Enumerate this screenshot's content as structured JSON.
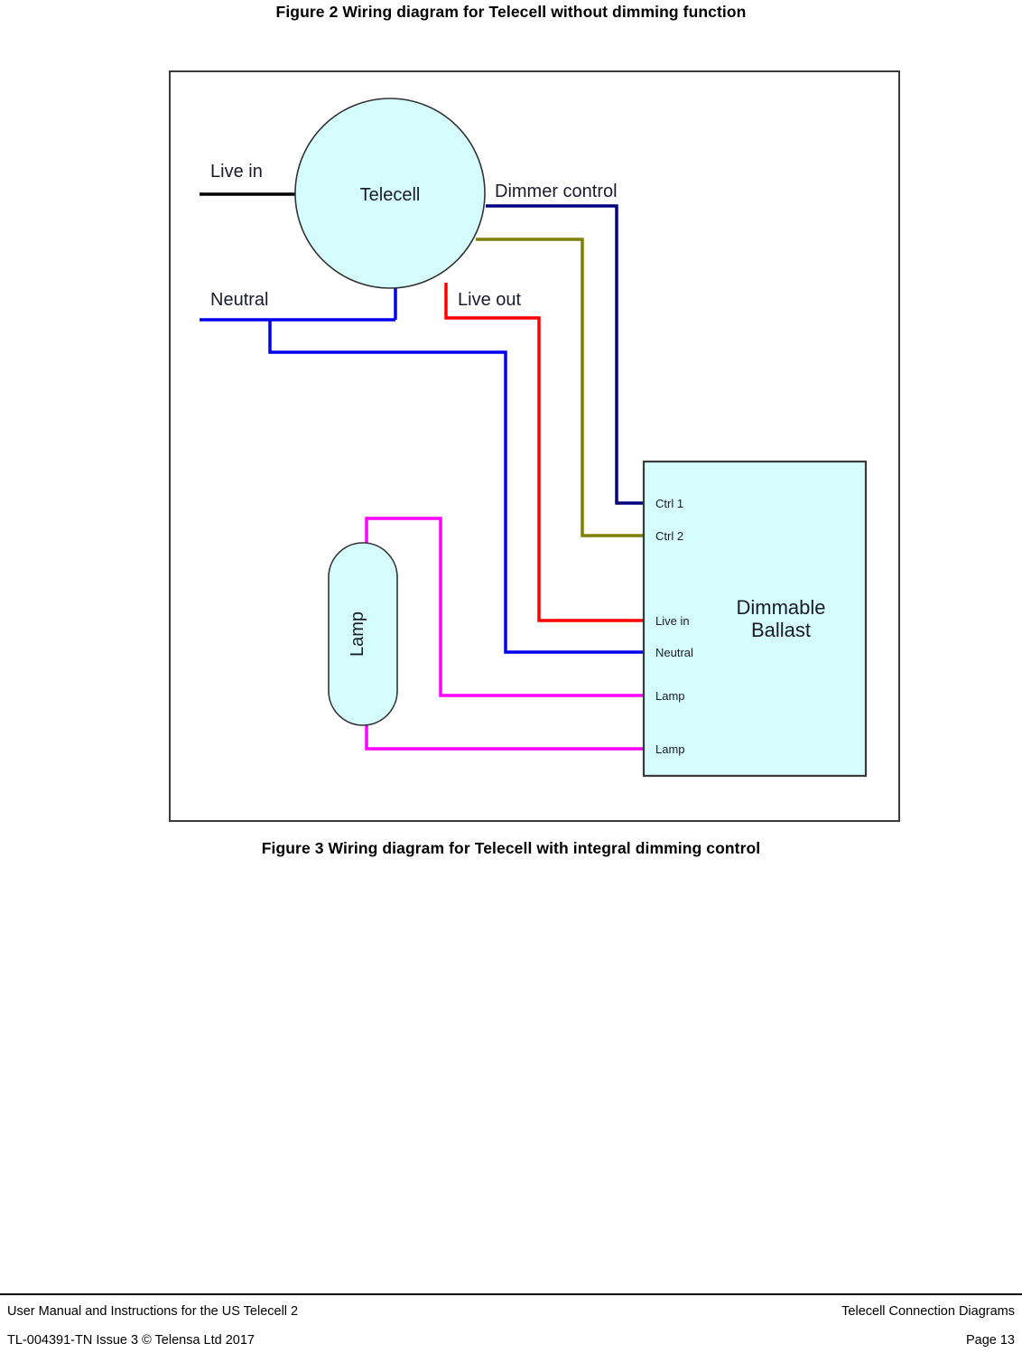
{
  "page": {
    "caption_top": "Figure 2 Wiring diagram for Telecell without dimming function",
    "caption_bottom": "Figure 3 Wiring diagram for Telecell with integral dimming control"
  },
  "diagram": {
    "telecell": {
      "label": "Telecell",
      "fill": "#d5fdfd",
      "stroke": "#333333"
    },
    "lamp": {
      "label": "Lamp",
      "fill": "#d5fdfd",
      "stroke": "#333333"
    },
    "ballast": {
      "label_line1": "Dimmable",
      "label_line2": "Ballast",
      "fill": "#d5fdfd",
      "stroke": "#3a3a3a",
      "terminals": [
        {
          "label": "Ctrl 1",
          "wire_color": "#000080"
        },
        {
          "label": "Ctrl 2",
          "wire_color": "#808000"
        },
        {
          "label": "Live in",
          "wire_color": "#ff0000"
        },
        {
          "label": "Neutral",
          "wire_color": "#0000ee"
        },
        {
          "label": "Lamp",
          "wire_color": "#ff00ff"
        },
        {
          "label": "Lamp",
          "wire_color": "#ff00ff"
        }
      ]
    },
    "wire_labels": [
      {
        "label": "Live in",
        "color": "#000000"
      },
      {
        "label": "Dimmer control",
        "color": "#000080"
      },
      {
        "label": "Neutral",
        "color": "#0000ee"
      },
      {
        "label": "Live out",
        "color": "#ff0000"
      }
    ],
    "colors": {
      "live_in": "#000000",
      "dimmer_control": "#000080",
      "ctrl2": "#808000",
      "neutral": "#0000ee",
      "live_out": "#ff0000",
      "lamp": "#ff00ff",
      "component_fill": "#d5fdfd",
      "frame": "#3a3a3a"
    }
  },
  "footer": {
    "left_line1": "User Manual and Instructions for the US Telecell 2",
    "right_line1": "Telecell Connection Diagrams",
    "left_line2": "TL-004391-TN Issue 3 © Telensa Ltd 2017",
    "right_line2": "Page 13"
  }
}
